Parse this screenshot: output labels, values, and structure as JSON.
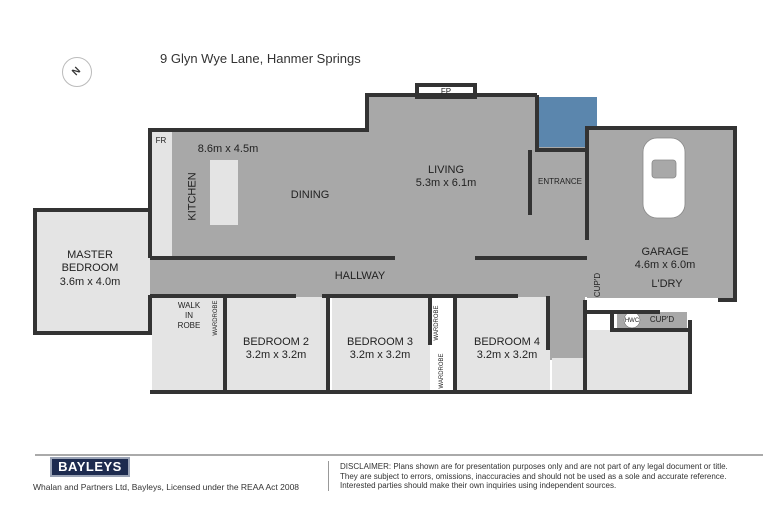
{
  "title": "9 Glyn Wye Lane, Hanmer Springs",
  "compass": {
    "label": "N",
    "icon": "north-arrow-icon"
  },
  "rooms": {
    "fr": "FR",
    "kitchen_dining_size": "8.6m x 4.5m",
    "kitchen": "KITCHEN",
    "dining": "DINING",
    "fp": "FP",
    "living": "LIVING",
    "living_size": "5.3m x 6.1m",
    "entrance": "ENTRANCE",
    "garage": "GARAGE",
    "garage_size": "4.6m x 6.0m",
    "laundry": "L'DRY",
    "cupd1": "CUP'D",
    "cupd2": "CUP'D",
    "hwc": "HWC",
    "master": "MASTER",
    "master2": "BEDROOM",
    "master_size": "3.6m x 4.0m",
    "hallway": "HALLWAY",
    "walk1": "WALK",
    "walk2": "IN",
    "walk3": "ROBE",
    "wardrobe": "WARDROBE",
    "bed2": "BEDROOM 2",
    "bed2_size": "3.2m x 3.2m",
    "bed3": "BEDROOM 3",
    "bed3_size": "3.2m x 3.2m",
    "bed4": "BEDROOM 4",
    "bed4_size": "3.2m x 3.2m"
  },
  "colors": {
    "wall": "#333333",
    "floor_main": "#a8a8a8",
    "floor_room": "#e4e4e4",
    "tile": "#5b86ad",
    "logo": "#1d2b4f"
  },
  "footer": {
    "logo": "BAYLEYS",
    "credit": "Whalan and Partners Ltd, Bayleys, Licensed under the REAA Act 2008",
    "disclaimer": [
      "DISCLAIMER: Plans shown are for presentation purposes only and are not part of any legal document or title.",
      "They are subject to errors, omissions, inaccuracies and should not be used as a sole and accurate reference.",
      "Interested parties should make their own inquiries using independent sources."
    ]
  }
}
